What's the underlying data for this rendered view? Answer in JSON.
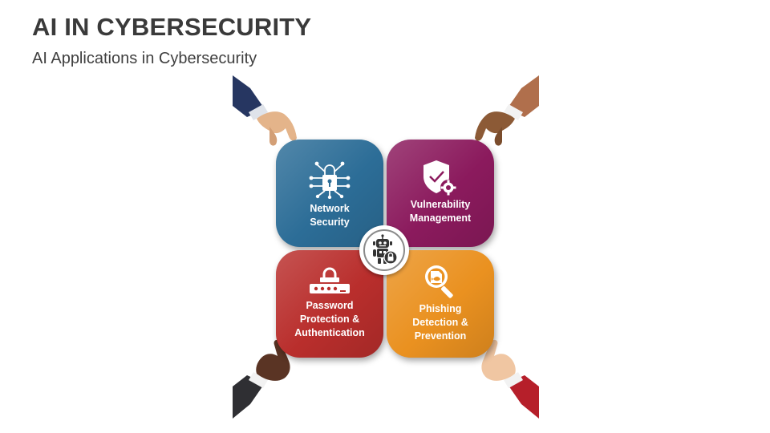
{
  "slide": {
    "title": "AI IN CYBERSECURITY",
    "subtitle": "AI Applications in Cybersecurity"
  },
  "quadrants": [
    {
      "label": "Network\nSecurity",
      "icon": "network-lock-icon",
      "color": "#2c6d97"
    },
    {
      "label": "Vulnerability\nManagement",
      "icon": "shield-check-gear-icon",
      "color": "#8b1a5d"
    },
    {
      "label": "Password\nProtection &\nAuthentication",
      "icon": "password-lock-icon",
      "color": "#b92e2c"
    },
    {
      "label": "Phishing\nDetection &\nPrevention",
      "icon": "phishing-magnifier-icon",
      "color": "#ea9120"
    }
  ],
  "center": {
    "icon": "robot-lock-icon"
  }
}
